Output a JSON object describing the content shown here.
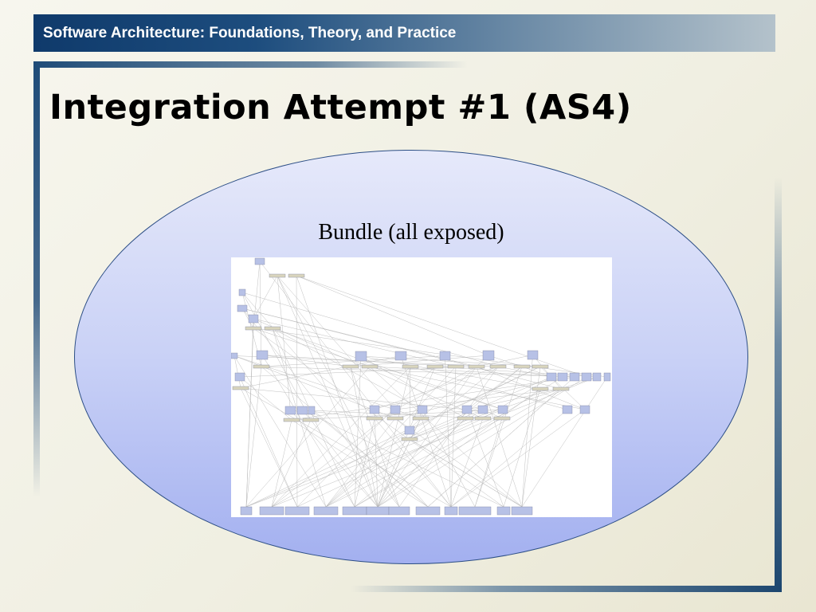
{
  "header": {
    "title": "Software Architecture: Foundations, Theory, and Practice"
  },
  "slide": {
    "title": "Integration Attempt #1 (AS4)"
  },
  "diagram": {
    "bundle_label": "Bundle (all exposed)",
    "colors": {
      "component_fill": "#b7c1e6",
      "interface_fill": "#d9d5bd",
      "connector_line": "#b8b8b8",
      "ellipse_border": "#2d4f86"
    }
  },
  "theme": {
    "header_dark": "#0f3a6b",
    "header_light": "#b4c2cb",
    "frame": "#1f4c78"
  }
}
